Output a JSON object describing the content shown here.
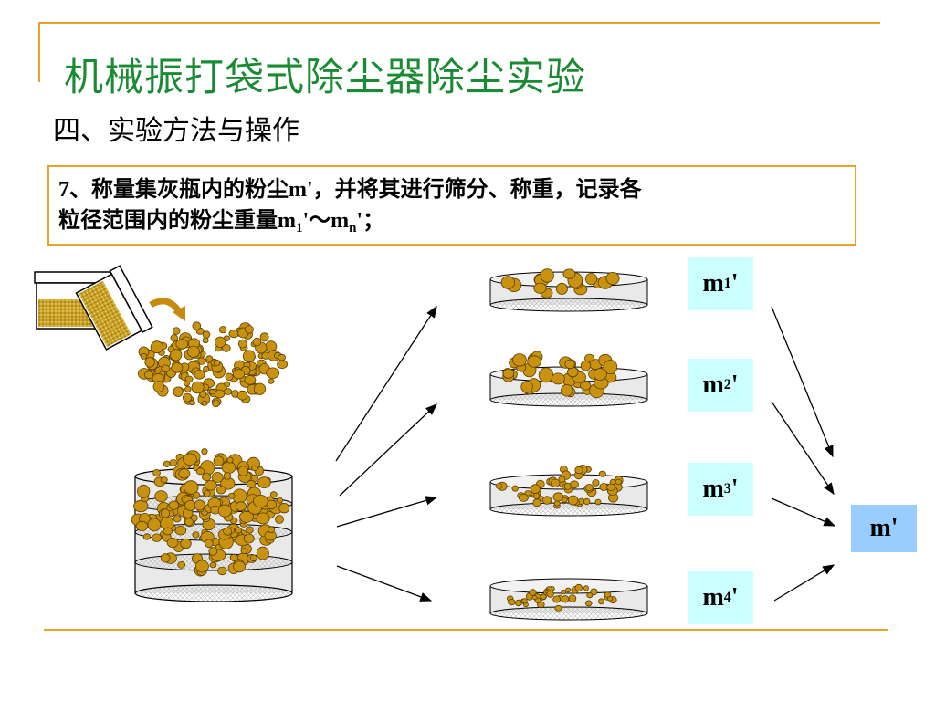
{
  "slide": {
    "title": "机械振打袋式除尘器除尘实验",
    "section": "四、实验方法与操作",
    "step": {
      "number": "7",
      "line1_text": "、称量集灰瓶内的粉尘m'，并将其进行筛分、称重，记录各",
      "line2_prefix": "粒径范围内的粉尘重量m",
      "line2_sub1": "1",
      "line2_mid": "'～m",
      "line2_subn": "n",
      "line2_suffix": "'；"
    }
  },
  "labels": [
    {
      "main": "m",
      "sub": "1",
      "suffix": "'"
    },
    {
      "main": "m",
      "sub": "2",
      "suffix": "'"
    },
    {
      "main": "m",
      "sub": "3",
      "suffix": "'"
    },
    {
      "main": "m",
      "sub": "4",
      "suffix": "'"
    }
  ],
  "total_label": "m'",
  "colors": {
    "title_green": "#1a8a33",
    "frame_orange": "#e3a52a",
    "particle_fill": "#c9920e",
    "particle_stroke": "#5a3f00",
    "label_bg": "#ccffff",
    "total_bg": "#99ccff"
  }
}
